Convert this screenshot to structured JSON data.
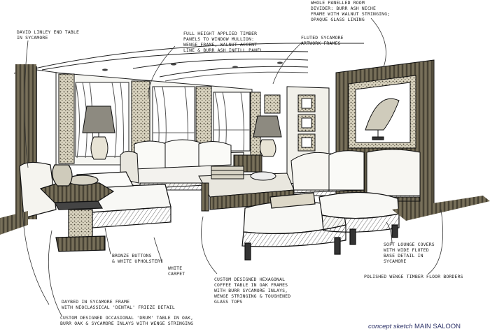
{
  "annotations": {
    "window_divider": "WHOLE PANELLED ROOM\nDIVIDER: BURR ASH NICHE\nFRAME WITH WALNUT STRINGING;\nOPAQUE GLASS LINING",
    "end_table": "DAVID LINLEY END TABLE\nIN SYCAMORE",
    "timber_panels": "FULL HEIGHT APPLIED TIMBER\nPANELS TO WINDOW MULLION:\nWENGE FRAME, WALNUT ACCENT\nLINE & BURR ASH INFILL PANEL",
    "artwork_frames": "FLUTED SYCAMORE\nARTWORK FRAMES",
    "bronze_buttons": "BRONZE BUTTONS\n& WHITE UPHOLSTERY",
    "white_carpet": "WHITE\nCARPET",
    "coffee_table": "CUSTOM DESIGNED HEXAGONAL\nCOFFEE TABLE IN OAK FRAMES\nWITH BURR SYCAMORE INLAYS,\nWENGE STRINGING & TOUGHENED\nGLASS TOPS",
    "soft_covers": "SOFT LOUNGE COVERS\nWITH WIDE FLUTED\nBASE DETAIL IN\nSYCAMORE",
    "daybed": "DAYBED IN SYCAMORE FRAME\nWITH NEOCLASSICAL 'DENTAL' FRIEZE DETAIL",
    "drum_table": "CUSTOM DESIGNED OCCASIONAL 'DRUM' TABLE IN OAK,\nBURR OAK & SYCAMORE INLAYS WITH WENGE STRINGING",
    "skirting": "POLISHED WENGE TIMBER FLOOR BORDERS"
  },
  "caption": {
    "prefix": "concept sketch",
    "title": "MAIN SALOON"
  }
}
